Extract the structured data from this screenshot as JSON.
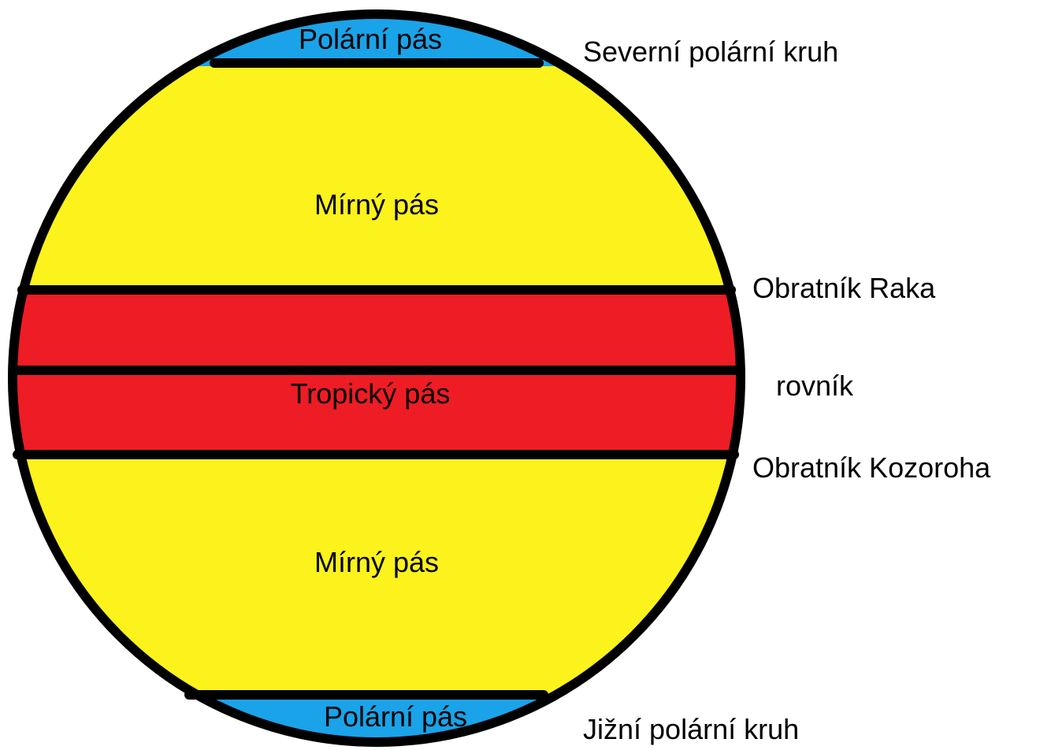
{
  "zones": {
    "north_polar": "Polární pás",
    "north_temperate": "Mírný pás",
    "tropical": "Tropický pás",
    "south_temperate": "Mírný pás",
    "south_polar": "Polární pás"
  },
  "lines": {
    "arctic_circle": "Severní polární kruh",
    "tropic_of_cancer": "Obratník Raka",
    "equator": "rovník",
    "tropic_of_capricorn": "Obratník Kozoroha",
    "antarctic_circle": "Jižní polární kruh"
  },
  "colors": {
    "polar": "#1aa3e8",
    "temperate": "#fcf21c",
    "tropical": "#ee1c24",
    "outline": "#000000",
    "background": "#ffffff"
  }
}
